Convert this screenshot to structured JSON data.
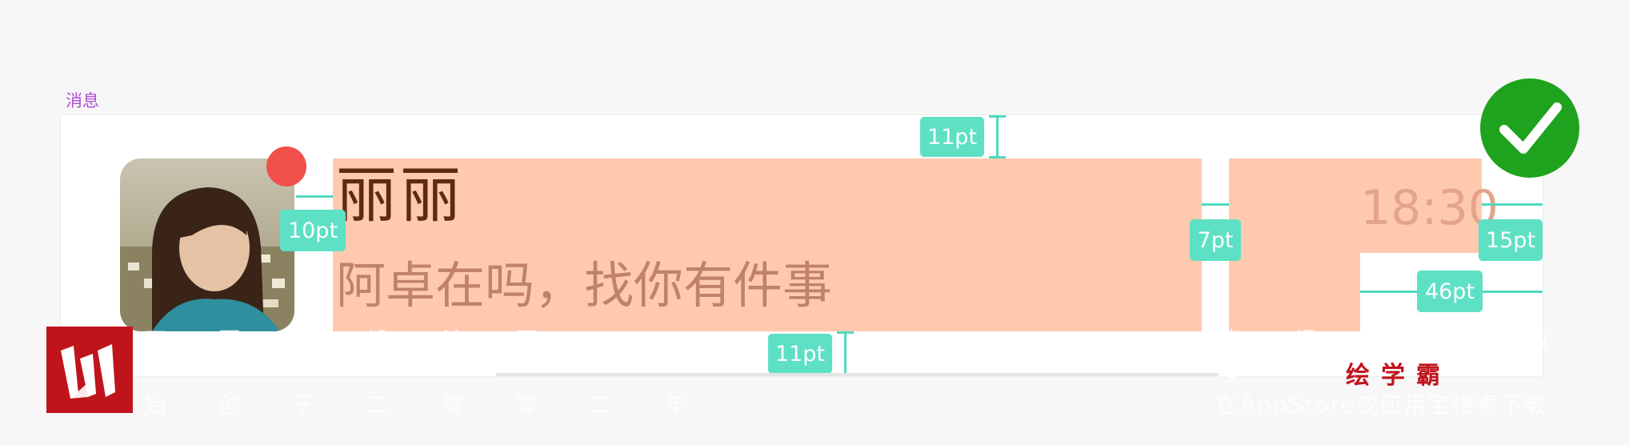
{
  "section": {
    "label": "消息"
  },
  "chat_item": {
    "name": "丽丽",
    "message": "阿卓在吗，找你有件事",
    "time": "18:30"
  },
  "measurements": {
    "top_padding": "11pt",
    "avatar_to_text": "10pt",
    "name_to_time": "7pt",
    "time_right_margin": "15pt",
    "message_right_margin": "46pt",
    "bottom_padding": "11pt"
  },
  "status": {
    "approved_icon": "checkmark-icon"
  },
  "watermark": {
    "left_line1": "面 图 标 设 计 网",
    "left_line2": "始 创 于 二 零 零 二 年",
    "right_line1": "获 得 更 多 教 程",
    "right_line2": "在AppStore或应用宝搜索下载"
  },
  "brand": {
    "name": "绘学霸"
  },
  "colors": {
    "highlight": "#ffc9b0",
    "measure": "#5ee0c4",
    "unread_badge": "#f0504a",
    "check": "#1fa31f",
    "brand_red": "#c0141c"
  }
}
